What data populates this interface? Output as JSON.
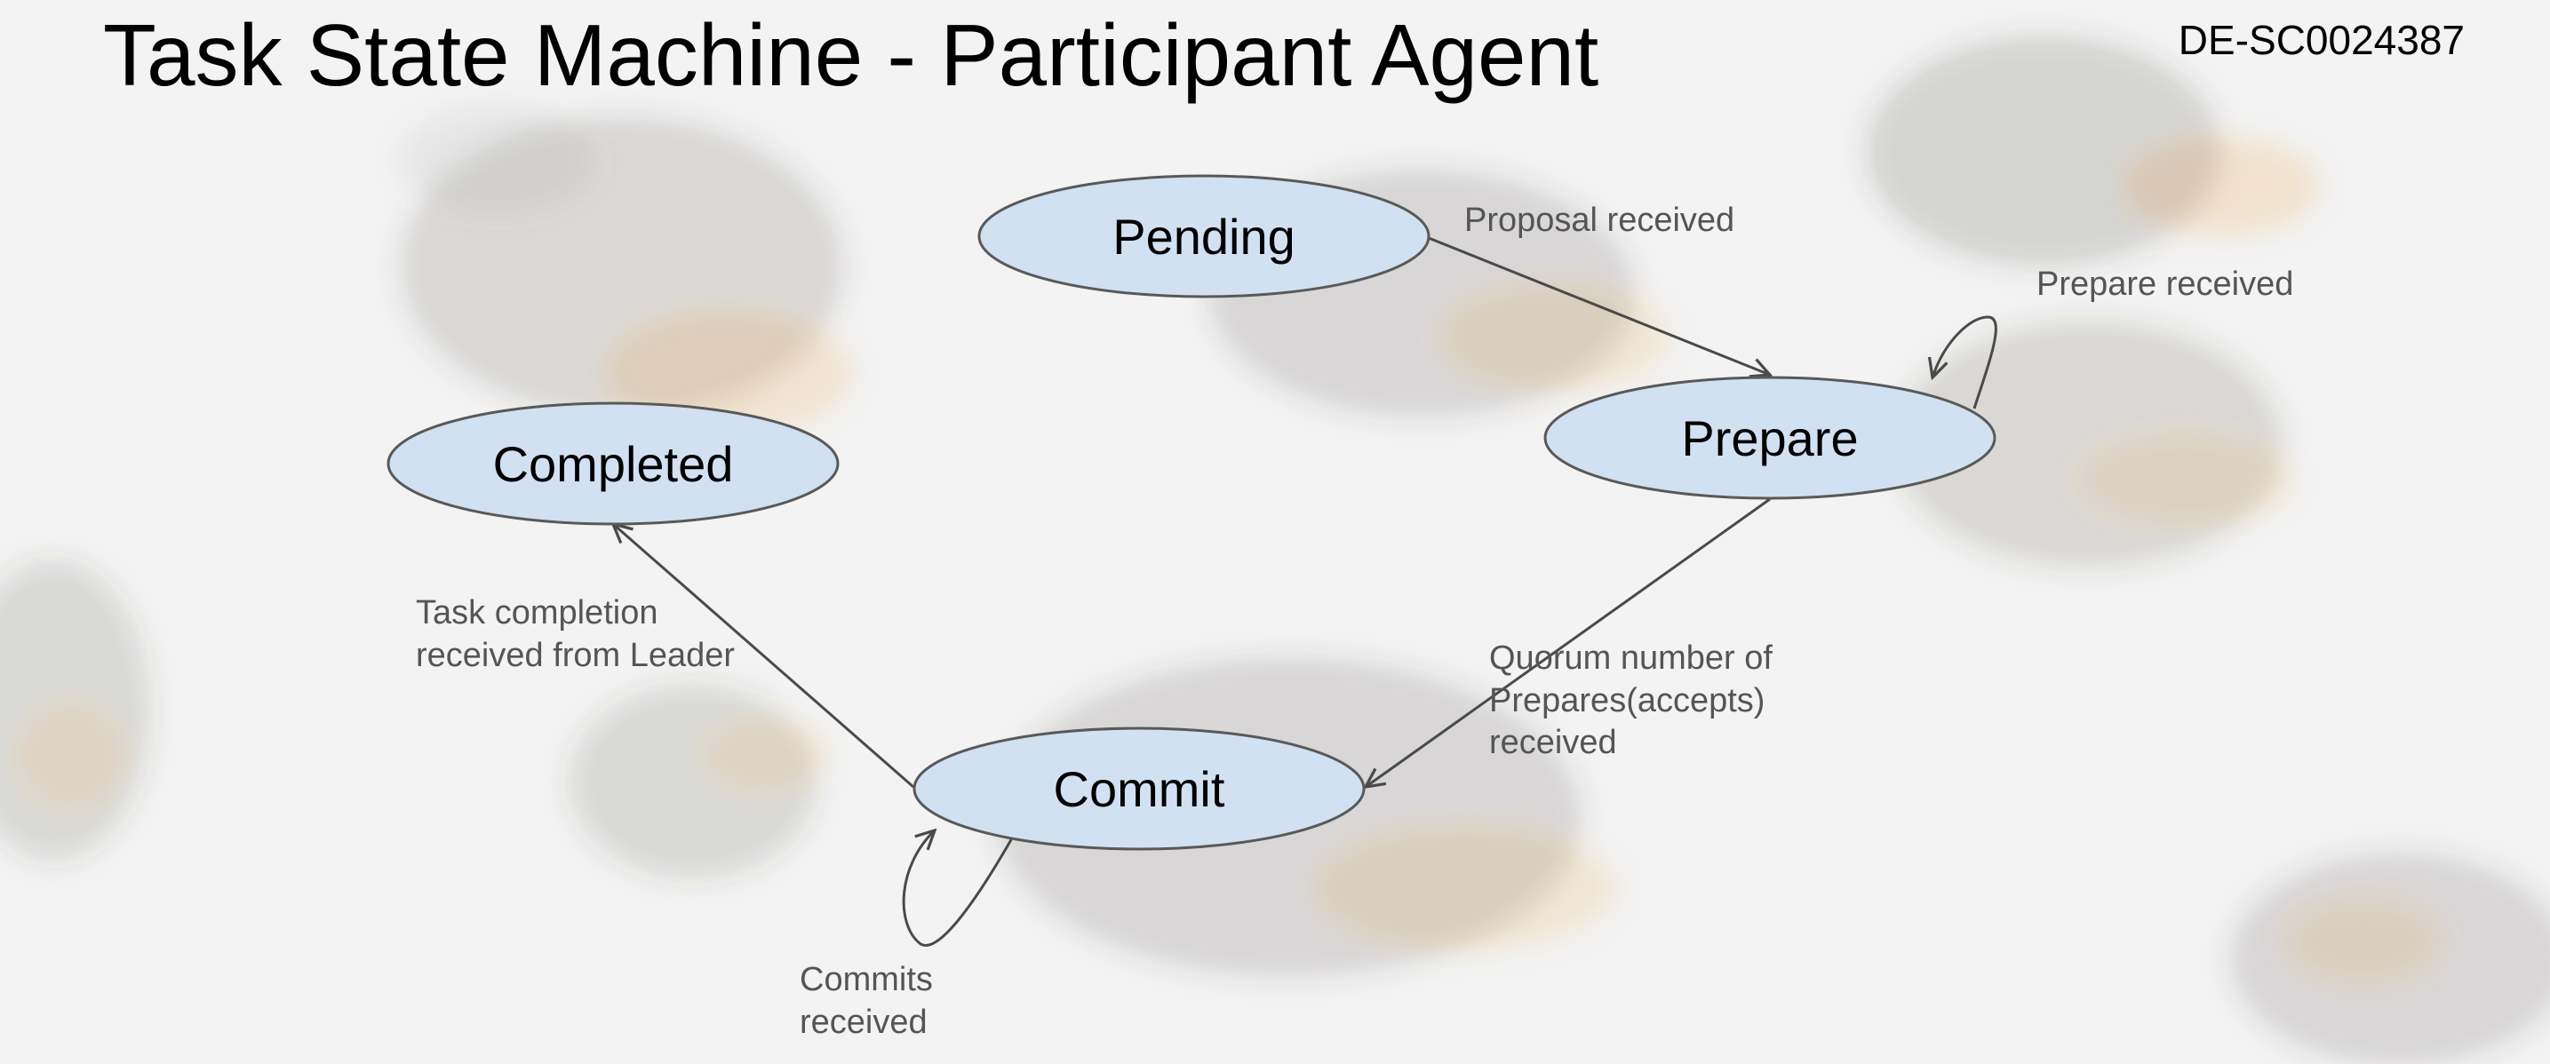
{
  "title": "Task State Machine - Participant Agent",
  "doc_id": "DE-SC0024387",
  "colors": {
    "background": "#f3f3f3",
    "state_fill": "#d2e1f1",
    "state_stroke": "#595959",
    "arrow": "#4a4a4a",
    "label_text": "#555555"
  },
  "states": {
    "pending": "Pending",
    "prepare": "Prepare",
    "commit": "Commit",
    "completed": "Completed"
  },
  "transitions": {
    "proposal_received": "Proposal received",
    "prepare_received": "Prepare received",
    "quorum": [
      "Quorum number of",
      "Prepares(accepts)",
      "received"
    ],
    "commits_received": [
      "Commits",
      "received"
    ],
    "task_completion": [
      "Task completion",
      "received from Leader"
    ]
  },
  "background_image": "faded bumblebee photograph"
}
